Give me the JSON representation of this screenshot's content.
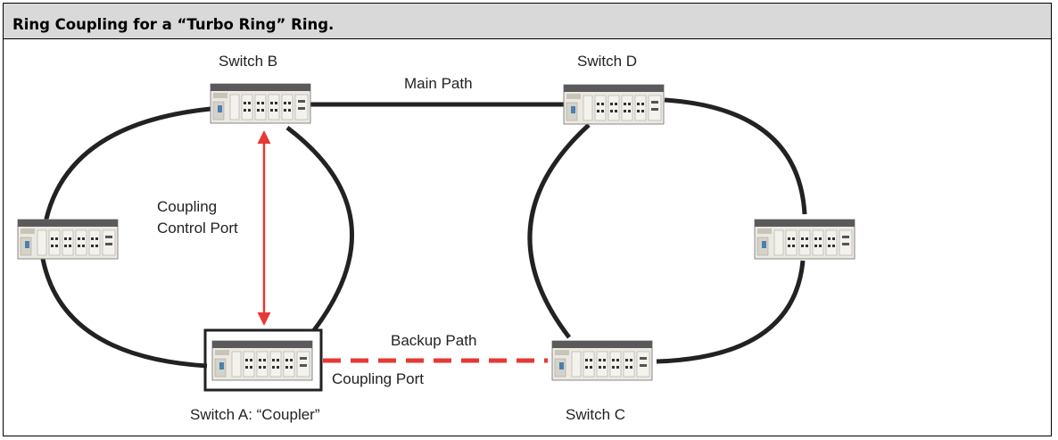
{
  "title": "Ring Coupling for a “Turbo Ring” Ring.",
  "labels": {
    "switch_b": "Switch B",
    "switch_d": "Switch D",
    "main_path": "Main Path",
    "coupling_control_port_line1": "Coupling",
    "coupling_control_port_line2": "Control Port",
    "backup_path": "Backup Path",
    "coupling_port": "Coupling Port",
    "switch_a": "Switch A: “Coupler”",
    "switch_c": "Switch C"
  },
  "colors": {
    "link": "#222222",
    "backup_link": "#e53935",
    "control_arrow": "#e53935",
    "title_bar": "#d9d9d9",
    "switch_body": "#ece9e2"
  },
  "icons": {
    "switch": "ethernet-switch-icon"
  }
}
